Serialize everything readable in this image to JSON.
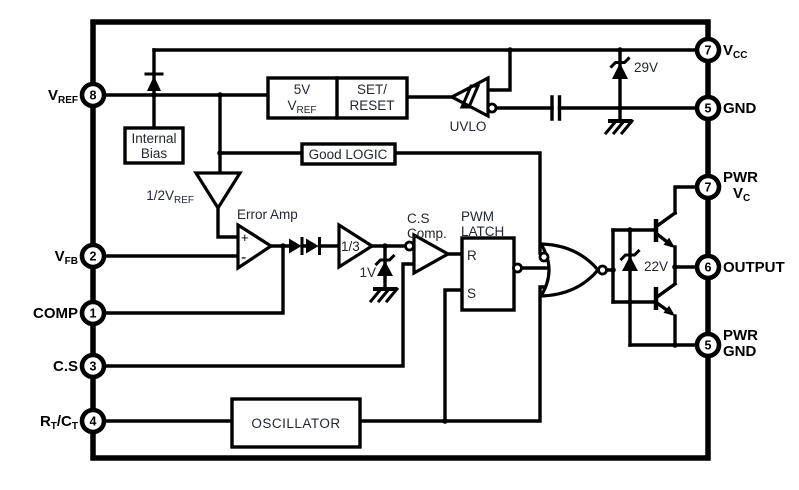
{
  "colors": {
    "line": "#000000",
    "text": "#232730",
    "background": "#ffffff"
  },
  "ic": {
    "pins_left": {
      "vref": {
        "number": "8",
        "main": "V",
        "sub": "REF"
      },
      "vfb": {
        "number": "2",
        "main": "V",
        "sub": "FB"
      },
      "comp": {
        "number": "1",
        "label": "COMP"
      },
      "cs": {
        "number": "3",
        "label": "C.S"
      },
      "rtct": {
        "number": "4",
        "p1": "R",
        "s1": "T",
        "p2": "/C",
        "s2": "T"
      }
    },
    "pins_right": {
      "vcc": {
        "number": "7",
        "main": "V",
        "sub": "CC"
      },
      "gnd": {
        "number": "5",
        "label": "GND"
      },
      "pwr_vc": {
        "number": "7",
        "line1": "PWR",
        "main": "V",
        "sub": "C"
      },
      "output": {
        "number": "6",
        "label": "OUTPUT"
      },
      "pwr_gnd": {
        "number": "5",
        "line1": "PWR",
        "line2": "GND"
      }
    },
    "blocks": {
      "internal_bias": {
        "line1": "Internal",
        "line2": "Bias"
      },
      "ref_5v": {
        "line1": "5V",
        "main": "V",
        "sub": "REF"
      },
      "set_reset": {
        "line1": "SET/",
        "line2": "RESET"
      },
      "good_logic": {
        "label": "Good LOGIC"
      },
      "oscillator": {
        "label": "OSCILLATOR"
      },
      "pwm_latch": {
        "line1": "PWM",
        "line2": "LATCH",
        "r": "R",
        "s": "S"
      }
    },
    "amps": {
      "uvlo": {
        "label": "UVLO"
      },
      "half_vref": {
        "main": "1/2V",
        "sub": "REF"
      },
      "error_amp": {
        "label": "Error Amp",
        "plus": "+",
        "minus": "-"
      },
      "one_third": {
        "label": "1/3"
      },
      "cs_comp": {
        "line1": "C.S",
        "line2": "Comp."
      }
    },
    "zeners": {
      "z29": {
        "label": "29V"
      },
      "z22": {
        "label": "22V"
      },
      "z1": {
        "label": "1V"
      }
    }
  }
}
